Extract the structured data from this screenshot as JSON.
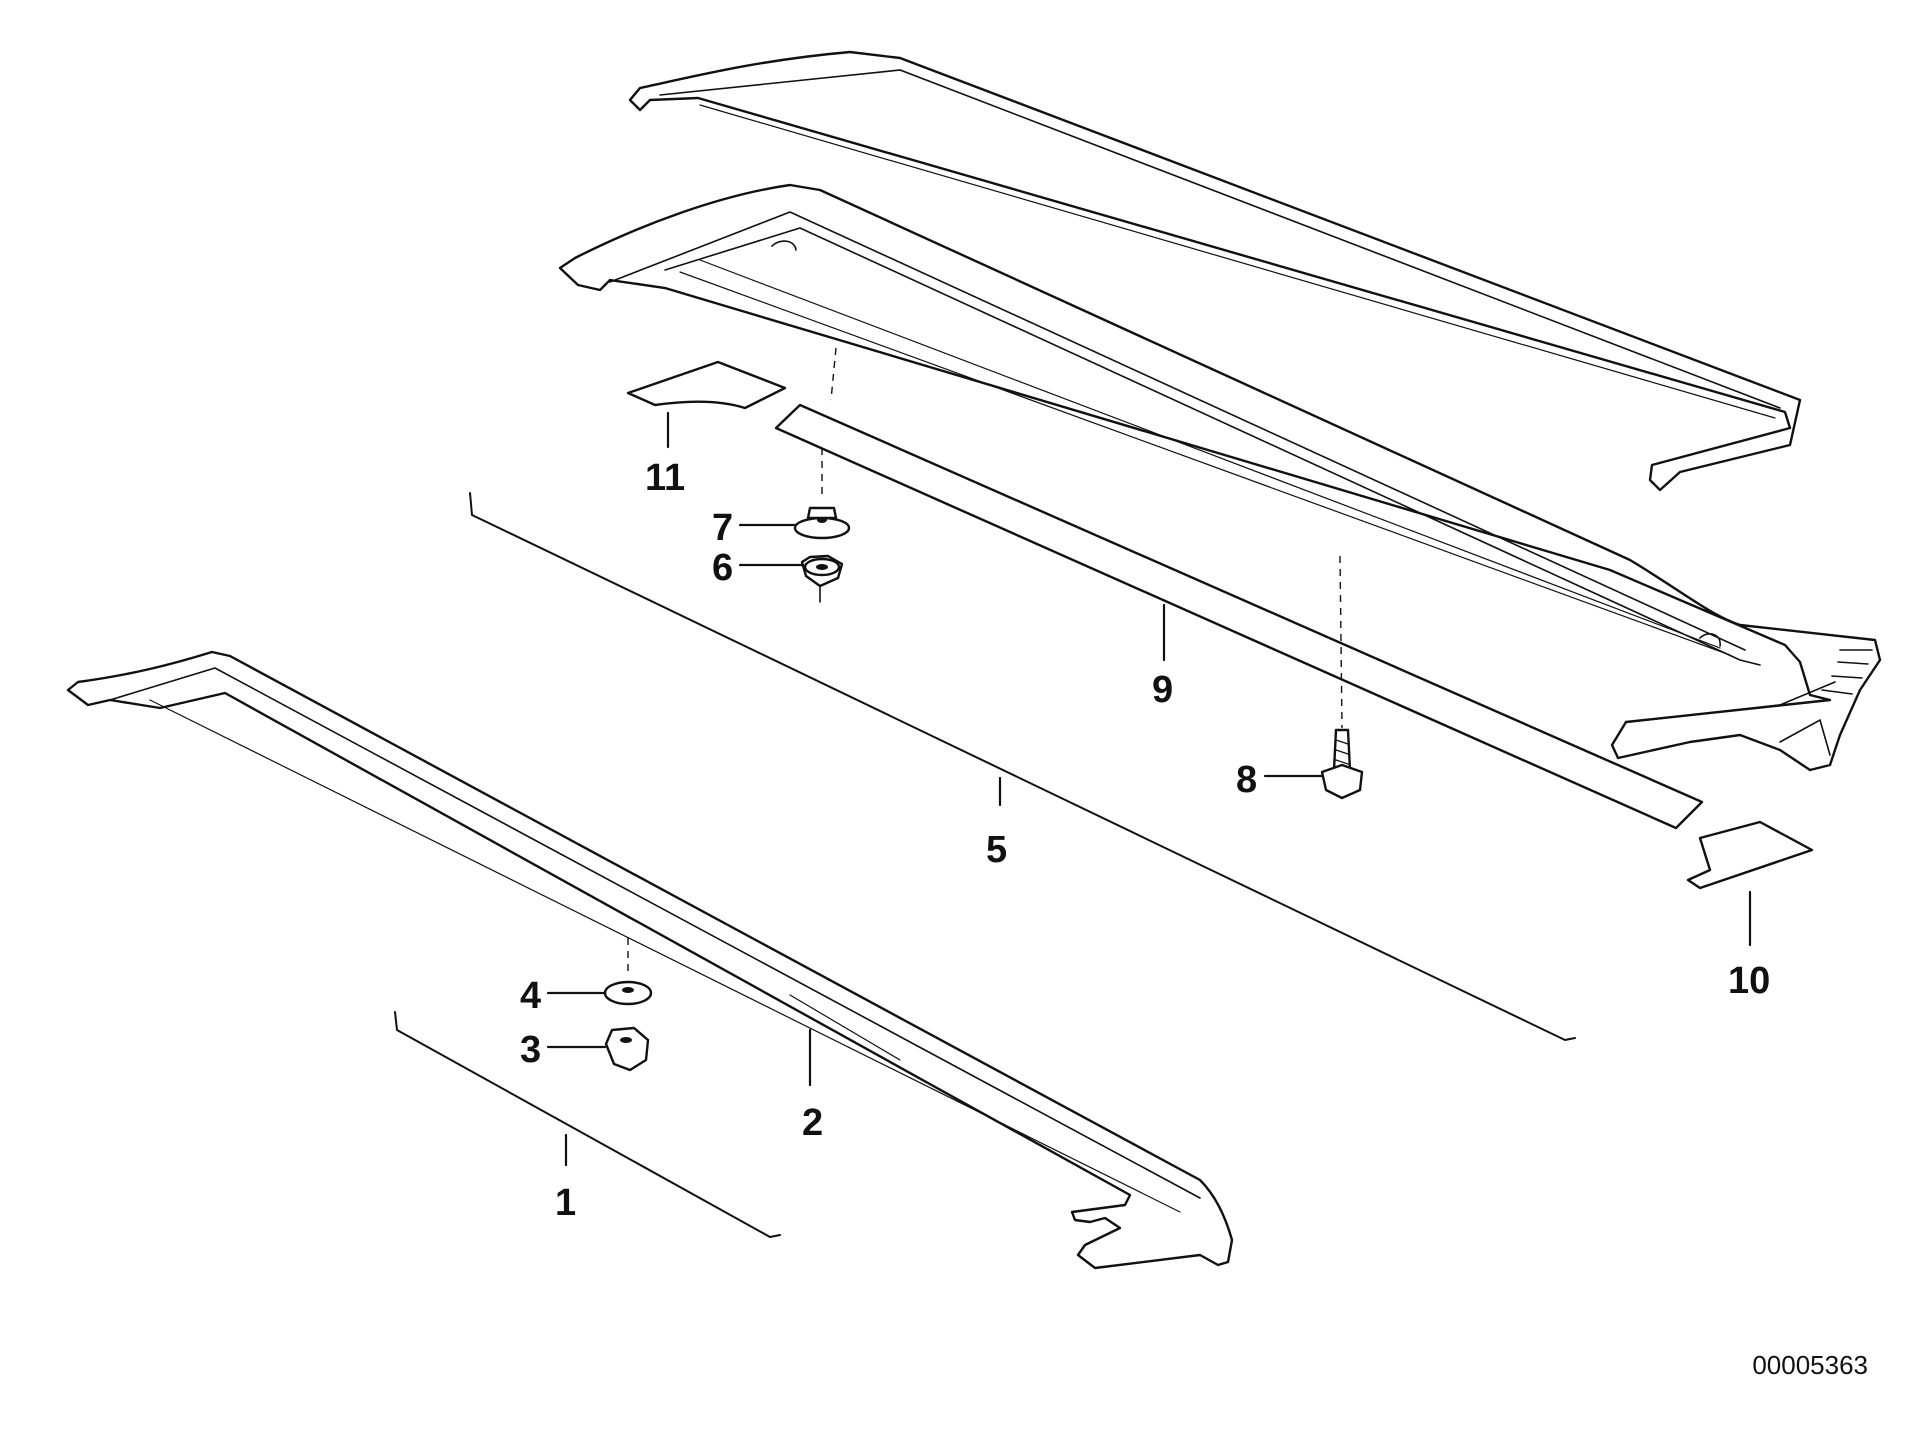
{
  "diagram": {
    "callouts": {
      "c1": "1",
      "c2": "2",
      "c3": "3",
      "c4": "4",
      "c5": "5",
      "c6": "6",
      "c7": "7",
      "c8": "8",
      "c9": "9",
      "c10": "10",
      "c11": "11"
    },
    "image_code": "00005363"
  }
}
